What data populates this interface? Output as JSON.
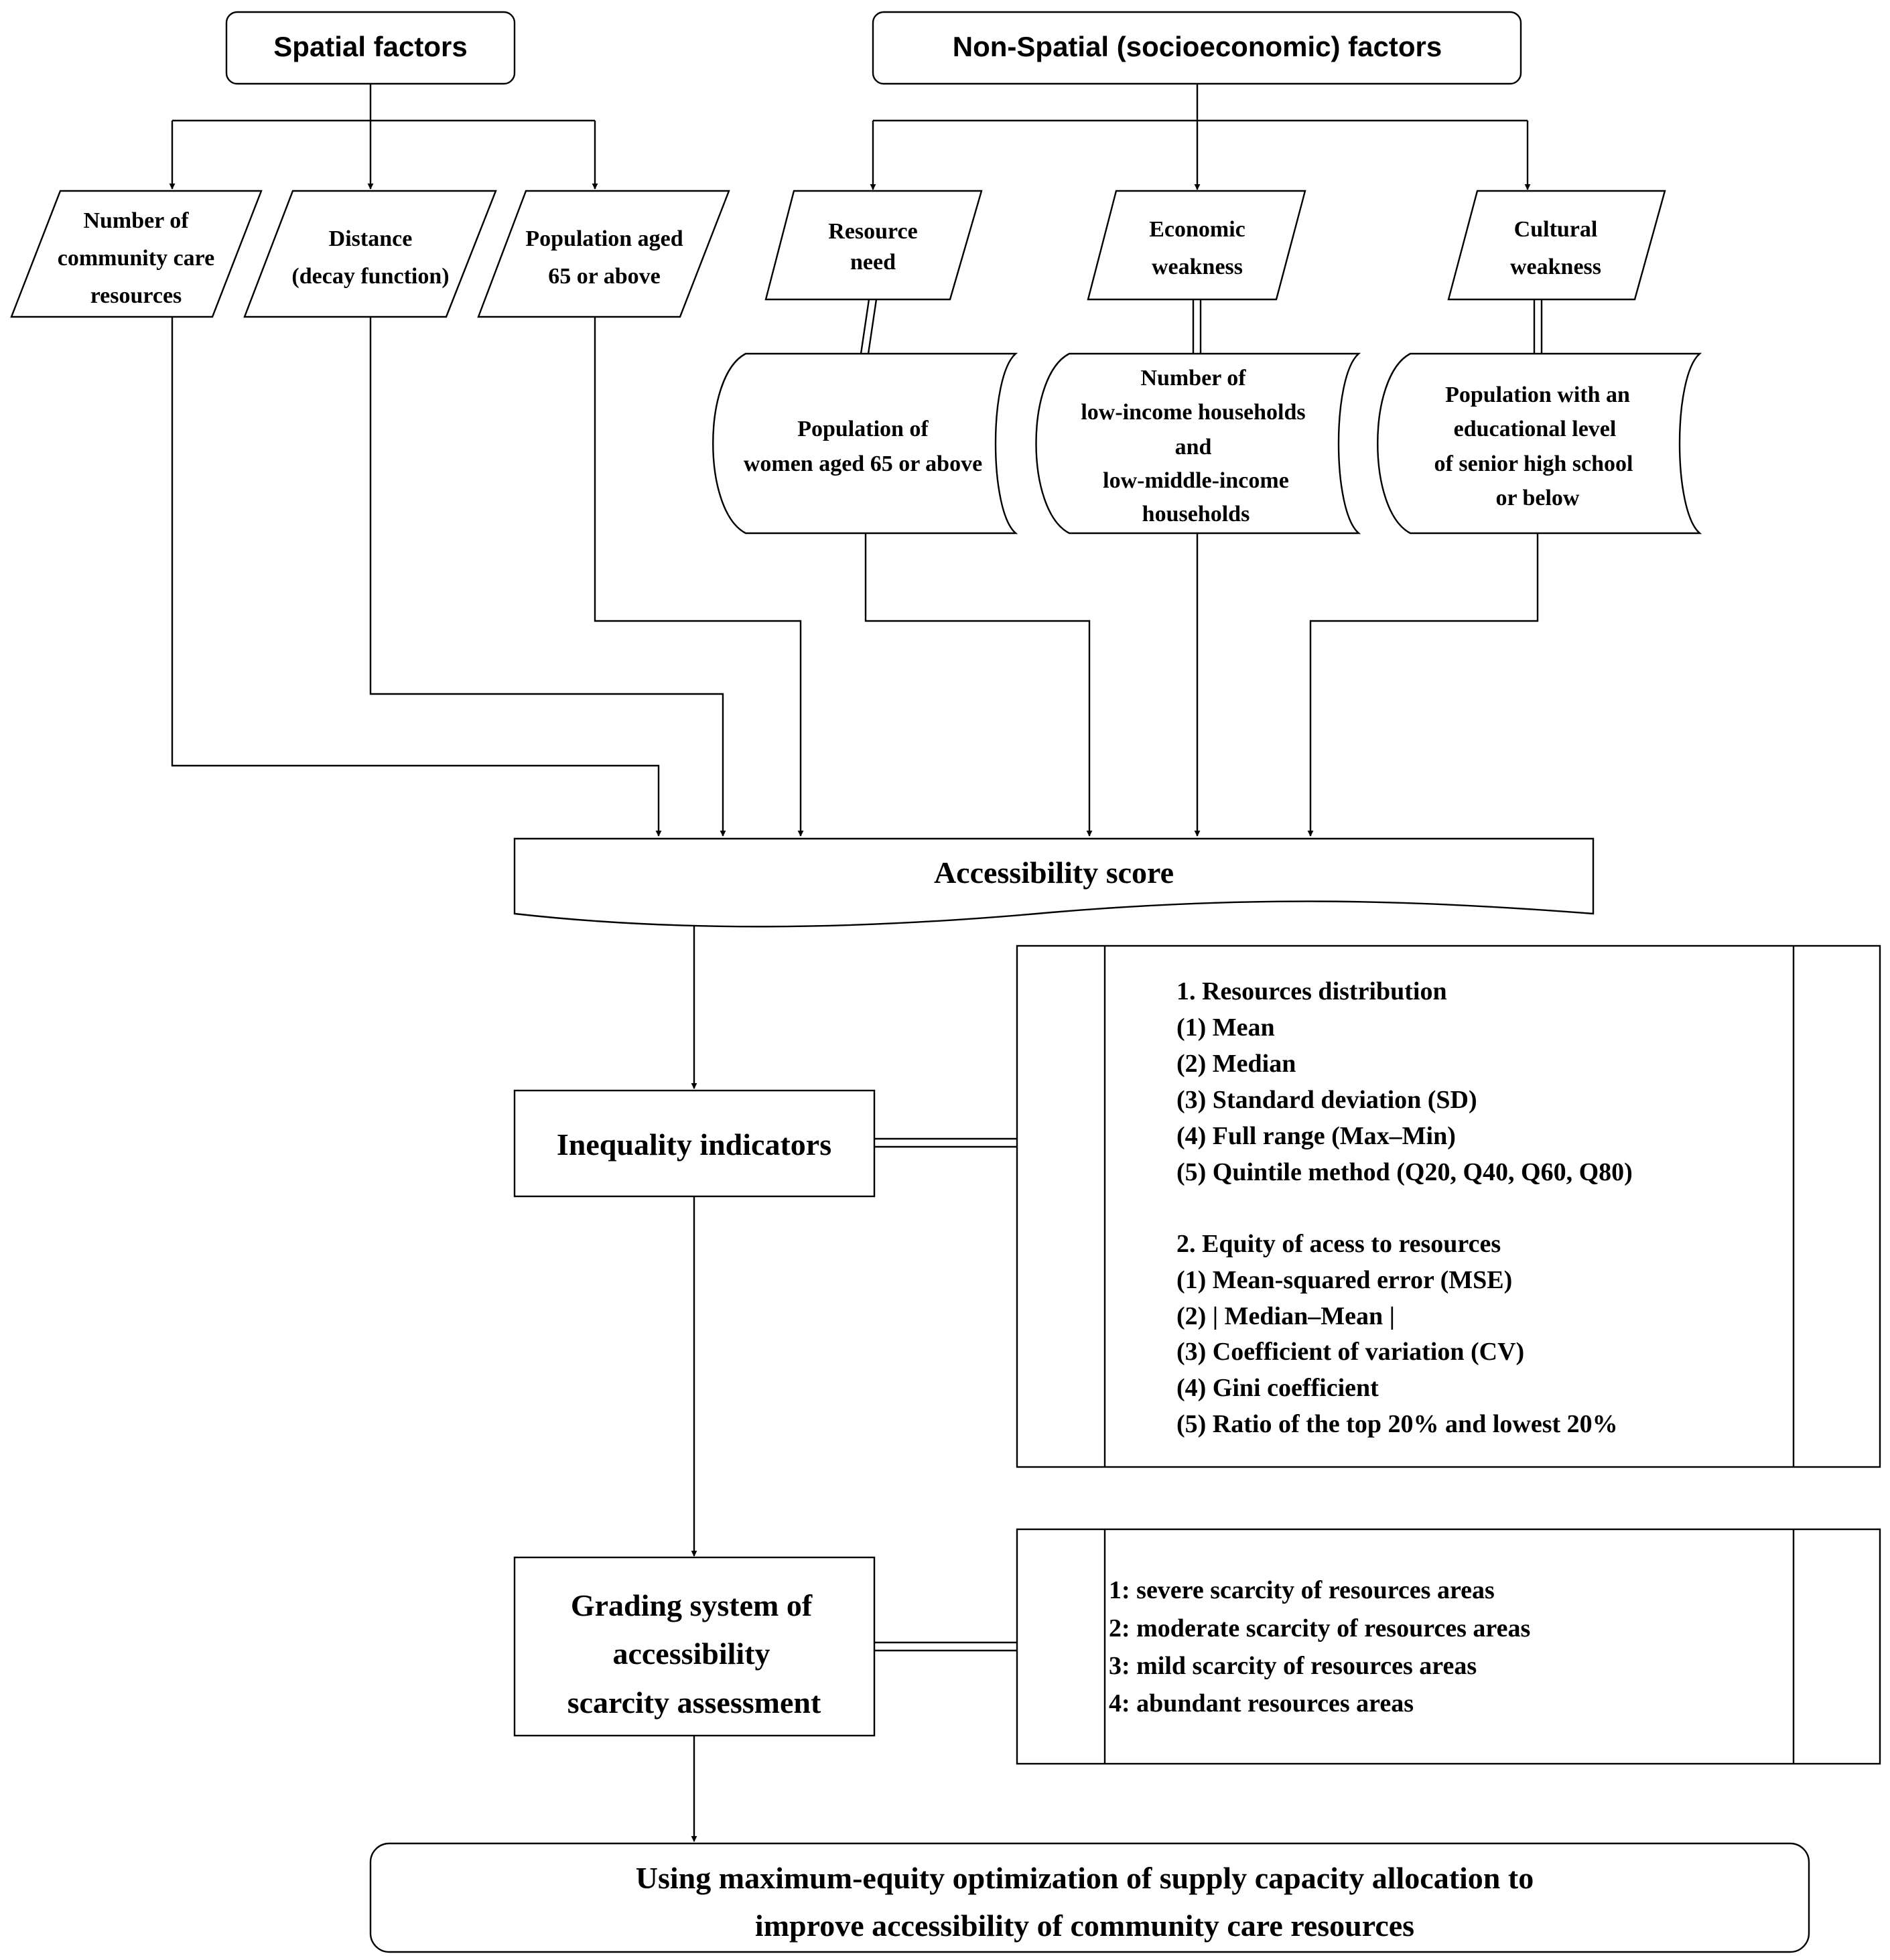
{
  "headers": {
    "spatial": "Spatial factors",
    "non_spatial": "Non-Spatial (socioeconomic) factors"
  },
  "spatial_factors": [
    [
      "Number of",
      "community care",
      "resources"
    ],
    [
      "Distance",
      "(decay function)"
    ],
    [
      "Population aged",
      "65 or above"
    ]
  ],
  "non_spatial_factors": [
    {
      "label": [
        "Resource",
        "need"
      ],
      "data": [
        "Population of",
        "women aged 65 or above"
      ]
    },
    {
      "label": [
        "Economic",
        "weakness"
      ],
      "data": [
        "Number of",
        "low-income households",
        "and",
        "low-middle-income",
        "households"
      ]
    },
    {
      "label": [
        "Cultural",
        "weakness"
      ],
      "data": [
        "Population with an",
        "educational level",
        "of  senior high school",
        "or below"
      ]
    }
  ],
  "accessibility_score": "Accessibility score",
  "inequality": {
    "title": "Inequality indicators",
    "details": [
      "1. Resources distribution",
      "(1) Mean",
      "(2) Median",
      "(3) Standard deviation (SD)",
      "(4) Full range (Max–Min)",
      "(5) Quintile method (Q20, Q40, Q60, Q80)",
      "",
      "2. Equity of acess to resources",
      "(1)  Mean-squared error (MSE)",
      "(2)  | Median–Mean |",
      "(3) Coefficient of variation (CV)",
      "(4) Gini coefficient",
      "(5) Ratio of the top 20% and lowest 20%"
    ]
  },
  "grading": {
    "title": [
      "Grading system of",
      "accessibility",
      "scarcity assessment"
    ],
    "levels": [
      "1: severe scarcity of resources areas",
      "2: moderate scarcity of resources areas",
      "3: mild scarcity of resources areas",
      "4: abundant resources areas"
    ]
  },
  "final": [
    "Using maximum-equity optimization of supply capacity allocation to",
    "improve accessibility of community care resources"
  ]
}
